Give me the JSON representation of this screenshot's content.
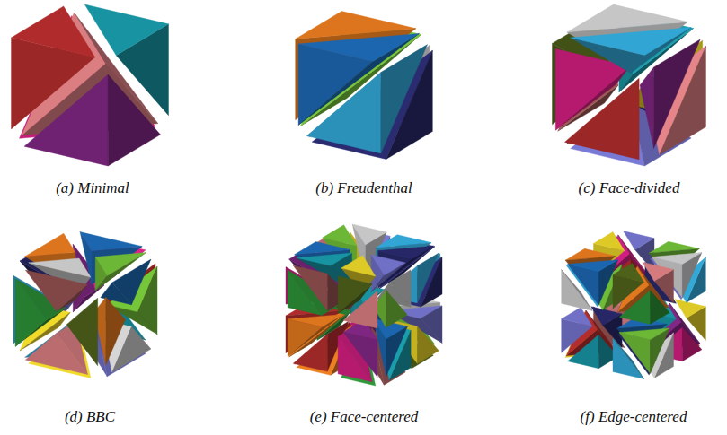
{
  "diagram": {
    "labels": [
      "(a) Minimal",
      "(b) Freudenthal",
      "(c) Face-divided",
      "(d) BBC",
      "(e) Face-centered",
      "(f) Edge-centered"
    ]
  }
}
